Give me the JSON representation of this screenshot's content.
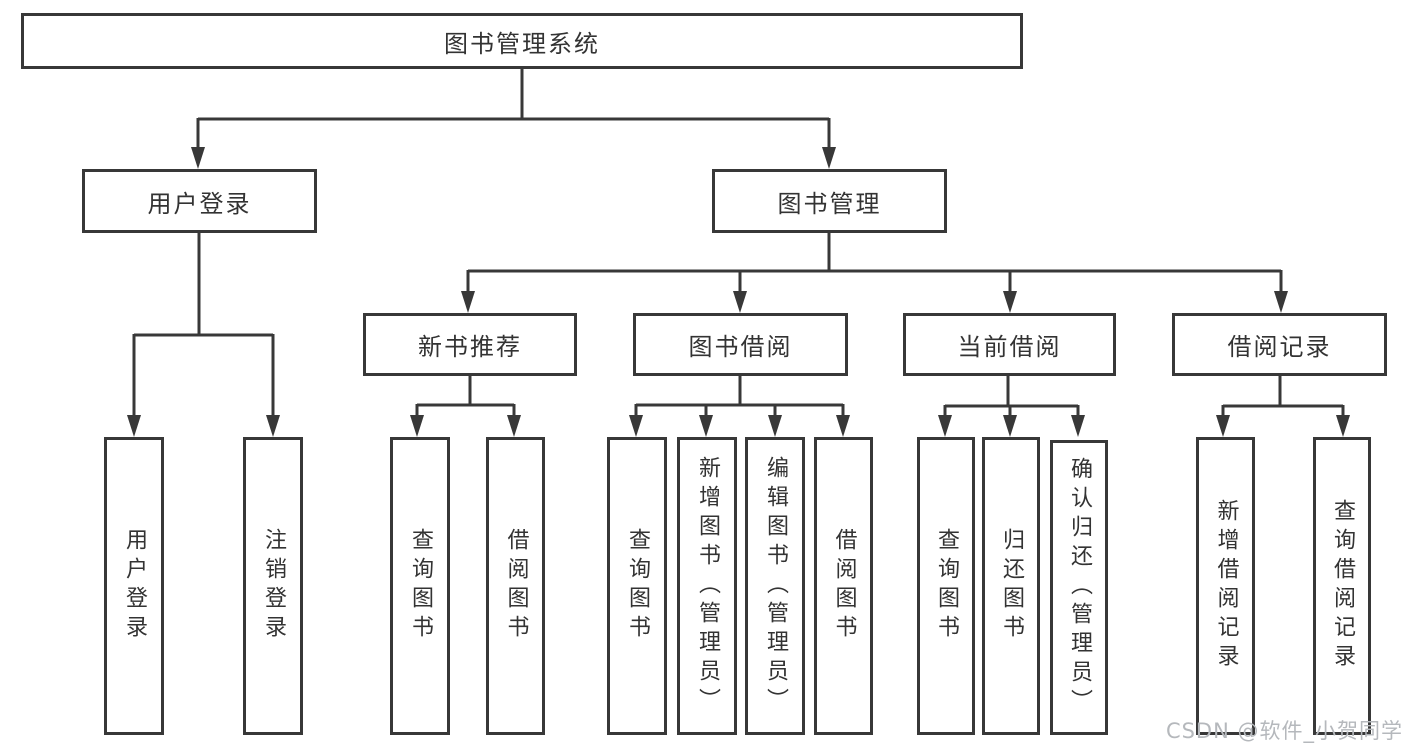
{
  "diagram_title": "图书管理系统",
  "tree": {
    "label": "图书管理系统",
    "children": [
      {
        "label": "用户登录",
        "children": [
          {
            "label": "用户登录"
          },
          {
            "label": "注销登录"
          }
        ]
      },
      {
        "label": "图书管理",
        "children": [
          {
            "label": "新书推荐",
            "children": [
              {
                "label": "查询图书"
              },
              {
                "label": "借阅图书"
              }
            ]
          },
          {
            "label": "图书借阅",
            "children": [
              {
                "label": "查询图书"
              },
              {
                "label": "新增图书（管理员）"
              },
              {
                "label": "编辑图书（管理员）"
              },
              {
                "label": "借阅图书"
              }
            ]
          },
          {
            "label": "当前借阅",
            "children": [
              {
                "label": "查询图书"
              },
              {
                "label": "归还图书"
              },
              {
                "label": "确认归还（管理员）"
              }
            ]
          },
          {
            "label": "借阅记录",
            "children": [
              {
                "label": "新增借阅记录"
              },
              {
                "label": "查询借阅记录"
              }
            ]
          }
        ]
      }
    ]
  },
  "watermark": {
    "text": "CSDN @软件_小贺同学"
  },
  "colors": {
    "line": "#383838",
    "box_border": "#383838",
    "text": "#333333",
    "background": "#ffffff",
    "watermark": "#b5b8bc"
  }
}
